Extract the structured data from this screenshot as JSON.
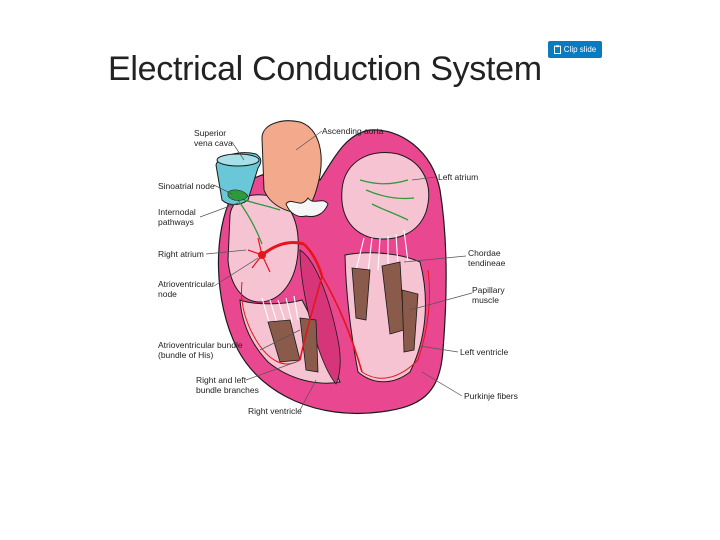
{
  "slide": {
    "title": "Electrical Conduction System",
    "clip_button_label": "Clip slide",
    "clip_icon": "clipboard-icon"
  },
  "diagram": {
    "labels_left": [
      [
        "Superior",
        "vena cava"
      ],
      [
        "Sinoatrial node"
      ],
      [
        "Internodal",
        "pathways"
      ],
      [
        "Right atrium"
      ],
      [
        "Atrioventricular",
        "node"
      ],
      [
        "Atrioventricular bundle",
        "(bundle of His)"
      ],
      [
        "Right and left",
        "bundle branches"
      ],
      [
        "Right ventricle"
      ]
    ],
    "labels_right": [
      [
        "Ascending aorta"
      ],
      [
        "Left atrium"
      ],
      [
        "Chordae",
        "tendineae"
      ],
      [
        "Papillary",
        "muscle"
      ],
      [
        "Left ventricle"
      ],
      [
        "Purkinje fibers"
      ]
    ],
    "colors": {
      "myocardium": "#e9478f",
      "chamber": "#f6c3d3",
      "vessel": "#f3a98b",
      "vena_cava": "#69c7d8",
      "conduction": "#e8141b",
      "nerve_green": "#2e9a3c",
      "outline": "#1a1a1a"
    }
  }
}
